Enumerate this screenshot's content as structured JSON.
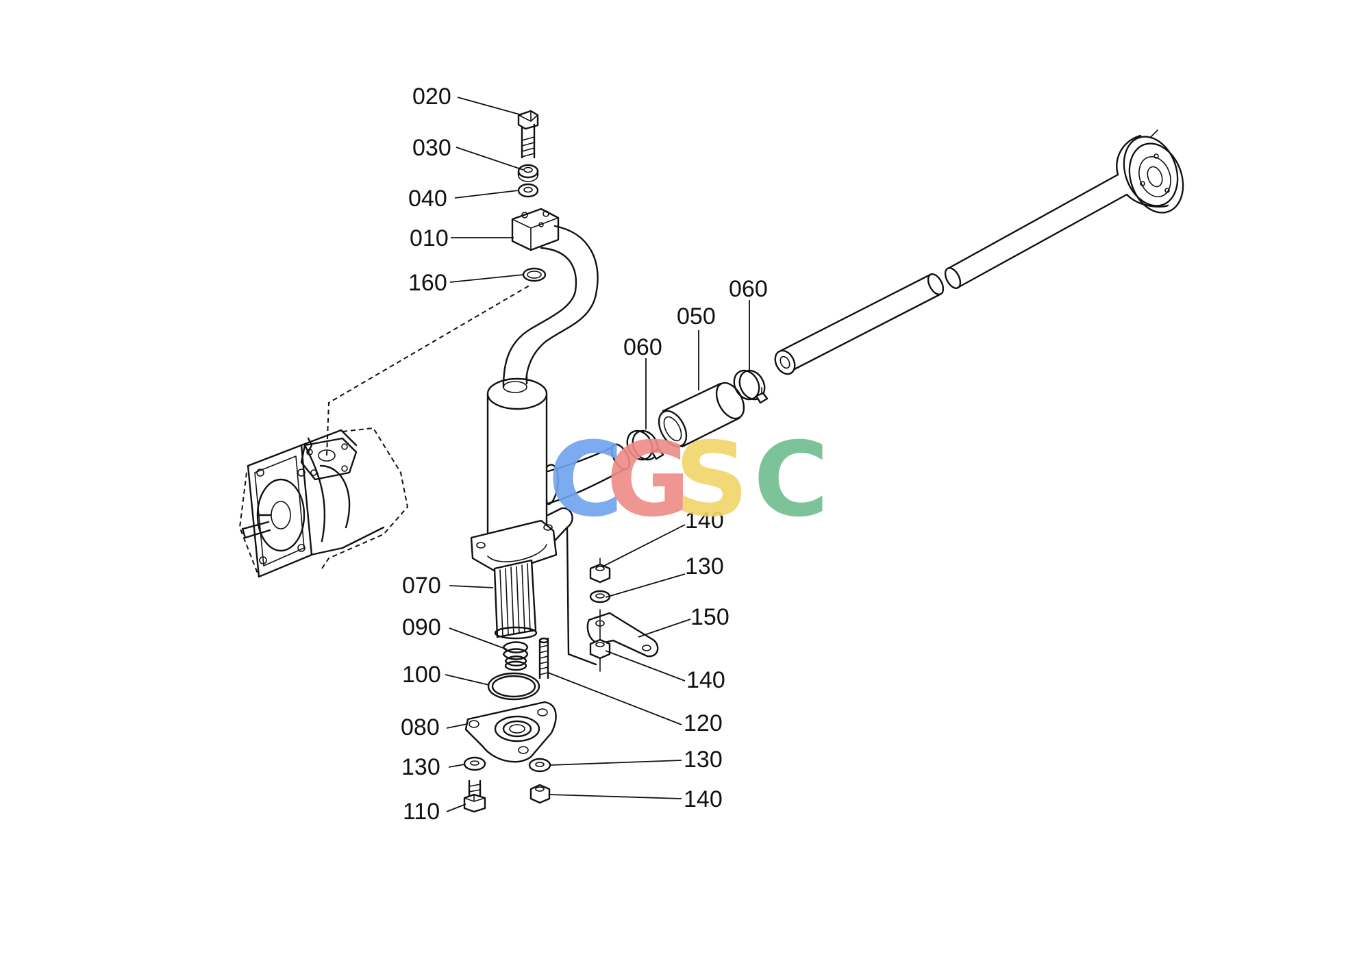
{
  "diagram": {
    "part_labels": {
      "p020": "020",
      "p030": "030",
      "p040": "040",
      "p010": "010",
      "p160": "160",
      "p060_left": "060",
      "p050": "050",
      "p060_right": "060",
      "p140_top": "140",
      "p130_top": "130",
      "p150": "150",
      "p140_mid": "140",
      "p070": "070",
      "p090": "090",
      "p100": "100",
      "p120": "120",
      "p080": "080",
      "p130_left": "130",
      "p130_right": "130",
      "p110": "110",
      "p140_bottom": "140"
    },
    "watermark": {
      "letters": [
        "C",
        "G",
        "S",
        "C"
      ],
      "colors": [
        "#6fa3ee",
        "#ee8a87",
        "#f2d46a",
        "#6fbd8e"
      ]
    }
  }
}
